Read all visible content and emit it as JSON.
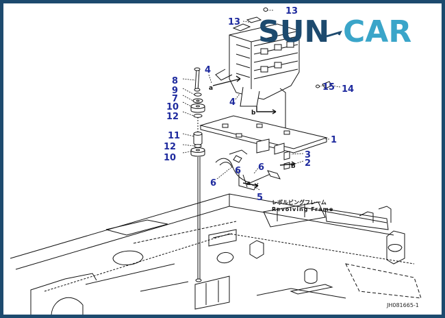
{
  "brand": {
    "left": "SUN",
    "right": "CAR",
    "color_dark": "#1d4a6e",
    "color_light": "#3aa5c9"
  },
  "callouts": [
    "13",
    "13",
    "4",
    "8",
    "9",
    "7",
    "10",
    "12",
    "4",
    "15",
    "14",
    "1",
    "11",
    "12",
    "10",
    "3",
    "2",
    "6",
    "6",
    "6",
    "5"
  ],
  "letters": [
    "a",
    "b",
    "a",
    "b"
  ],
  "frame_label": {
    "jp": "レボルビングフレーム",
    "en": "Revolving Frame"
  },
  "part_ref": "JH081665-1",
  "colors": {
    "callout": "#1e2a9e",
    "line": "#111111",
    "border": "#1d4a6e"
  }
}
